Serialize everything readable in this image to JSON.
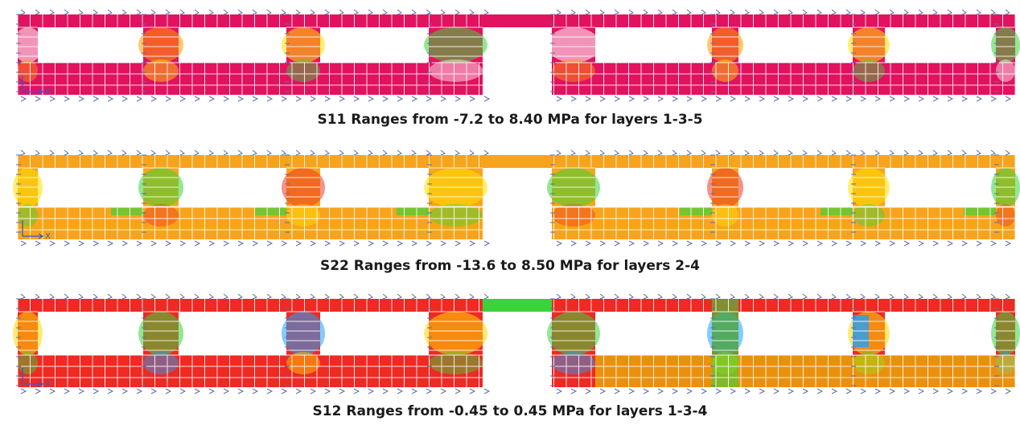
{
  "panels": [
    {
      "caption": "S11 Ranges from -7.2 to 8.40 MPa for layers 1-3-5",
      "axis_label": "X",
      "base_color": "#e2125f",
      "hot_colors": [
        "#ffffff",
        "#ff9a00",
        "#ffe000",
        "#3ad43a"
      ]
    },
    {
      "caption": "S22 Ranges from -13.6 to 8.50 MPa for layers 2-4",
      "axis_label": "X",
      "base_color": "#f7a41c",
      "hot_colors": [
        "#ffe000",
        "#3ad43a",
        "#ee3b22"
      ]
    },
    {
      "caption": "S12 Ranges from -0.45 to 0.45 MPa for layers 1-3-4",
      "axis_label": "X",
      "base_color": "#ee2a22",
      "hot_colors": [
        "#ffd800",
        "#3ad43a",
        "#1fa0ff"
      ]
    }
  ]
}
